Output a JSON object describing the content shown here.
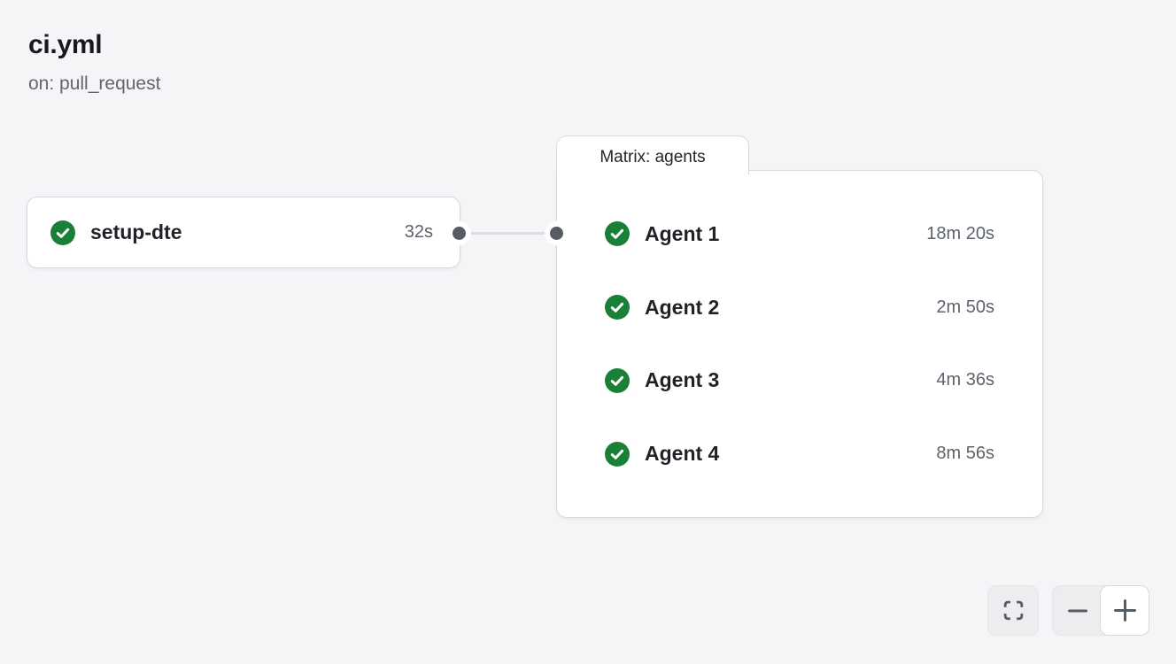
{
  "header": {
    "title": "ci.yml",
    "trigger": "on: pull_request"
  },
  "graph": {
    "root_job": {
      "name": "setup-dte",
      "duration": "32s",
      "status": "success",
      "status_icon": "check-circle-icon"
    },
    "matrix_group": {
      "label": "Matrix: agents",
      "jobs": [
        {
          "name": "Agent 1",
          "duration": "18m 20s",
          "status": "success",
          "status_icon": "check-circle-icon"
        },
        {
          "name": "Agent 2",
          "duration": "2m 50s",
          "status": "success",
          "status_icon": "check-circle-icon"
        },
        {
          "name": "Agent 3",
          "duration": "4m 36s",
          "status": "success",
          "status_icon": "check-circle-icon"
        },
        {
          "name": "Agent 4",
          "duration": "8m 56s",
          "status": "success",
          "status_icon": "check-circle-icon"
        }
      ]
    },
    "connector": {
      "from": "setup-dte",
      "to": "Matrix: agents",
      "dot_icon": "connector-dot"
    }
  },
  "controls": {
    "fit_icon": "fit-to-view-icon",
    "zoom_out_icon": "minus-icon",
    "zoom_in_icon": "plus-icon"
  },
  "colors": {
    "background": "#f5f5f8",
    "surface": "#ffffff",
    "border": "#d9dade",
    "success_green": "#1a7f37",
    "text_primary": "#1f2328",
    "text_secondary": "#5d636d",
    "connector_dot": "#575c64",
    "connector_line": "#dcdde2"
  }
}
